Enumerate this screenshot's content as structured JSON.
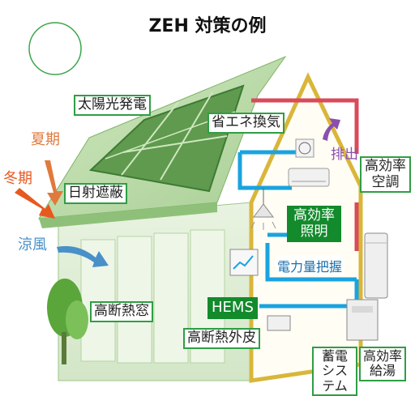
{
  "title": "ZEH 対策の例",
  "seasons": {
    "summer": "夏期",
    "winter": "冬期",
    "breeze": "涼風"
  },
  "labels": {
    "solar": "太陽光発電",
    "shading": "日射遮蔽",
    "ventilation": "省エネ換気",
    "exhaust": "排出",
    "aircon_line1": "高効率",
    "aircon_line2": "空調",
    "lighting_line1": "高効率",
    "lighting_line2": "照明",
    "power_monitor": "電力量把握",
    "window": "高断熱窓",
    "hems": "HEMS",
    "envelope": "高断熱外皮",
    "storage_line1": "蓄電",
    "storage_line2": "システム",
    "water_line1": "高効率",
    "water_line2": "給湯"
  },
  "colors": {
    "label_border": "#2f9e44",
    "label_dark": "#138a2c",
    "summer": "#e07a3c",
    "winter": "#e8581f",
    "breeze": "#4a90c8",
    "pipe_red": "#d94a5a",
    "pipe_blue": "#1aa3e0",
    "exhaust": "#8a4fb0"
  }
}
